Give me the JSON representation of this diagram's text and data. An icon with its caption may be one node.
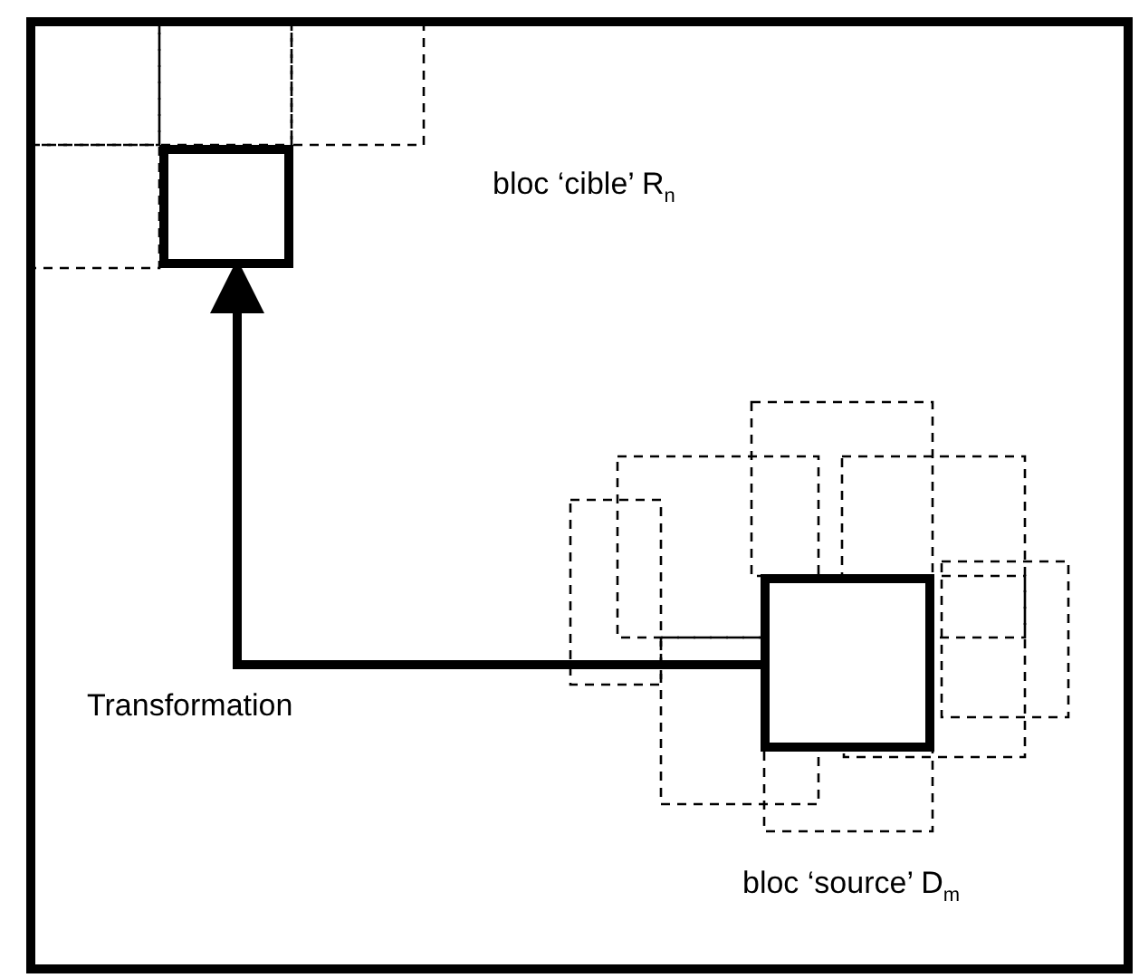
{
  "diagram": {
    "nodes": [
      {
        "text": [],
        "shape": "box"
      },
      {
        "text": [],
        "shape": "box"
      }
    ],
    "edges": [
      {
        "from": 1,
        "to": 0,
        "arrow": "to",
        "label": "Transformation"
      }
    ],
    "labels": [
      "bloc ‘cible’ R$_{n}$",
      "bloc ‘source’ D$_{m}$"
    ]
  }
}
